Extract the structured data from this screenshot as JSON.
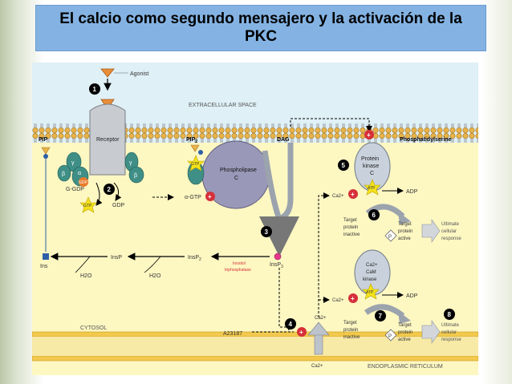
{
  "title": "El calcio como segundo mensajero y la activación de la PKC",
  "diagram": {
    "agonist": "Agonist",
    "extracellular_space": "EXTRACELLULAR SPACE",
    "cytosol": "CYTOSOL",
    "endoplasmic_reticulum": "ENDOPLASMIC RETICULUM",
    "receptor": "Receptor",
    "pip": "PIP",
    "pip2": "PIP",
    "pip2_sub": "2",
    "dag": "DAG",
    "phosphatidylserine": "Phosphatidylserine",
    "phospholipase_line1": "Phospholipase",
    "phospholipase_line2": "C",
    "gdp_ball": "GDP",
    "g_gdp": "G-GDP",
    "gtp_star": "GTP",
    "gdp_label": "GDP",
    "alpha_gtp": "α-GTP",
    "alpha": "α",
    "beta": "β",
    "gamma": "γ",
    "pkc_line1": "Protein",
    "pkc_line2": "kinase",
    "pkc_line3": "C",
    "atp": "ATP",
    "adp": "ADP",
    "ca2": "Ca2+",
    "target_1": "Target",
    "target_2": "protein",
    "target_3": "inactive",
    "target_active_1": "Target",
    "target_active_2": "protein",
    "target_active_3": "active",
    "pi": "P",
    "ultimate_1": "Ultimate",
    "ultimate_2": "cellular",
    "ultimate_3": "response",
    "cam_line1": "Ca2+",
    "cam_line2": "CaM",
    "cam_line3": "kinase",
    "ins": "Ins",
    "insp": "InsP",
    "insp2": "InsP",
    "insp2_sub": "2",
    "insp3": "InsP",
    "insp3_sub": "3",
    "h2o": "H2O",
    "inositol_1": "Inositol",
    "inositol_2": "triphosphatase",
    "a23187": "A23187",
    "steps": [
      "1",
      "2",
      "3",
      "4",
      "5",
      "6",
      "7",
      "8"
    ]
  },
  "colors": {
    "title_bar": "#84b3e3",
    "extracellular": "#dff0f6",
    "cytosol": "#fdf7c2",
    "membrane_head": "#e8b34a",
    "receptor": "#c8ccd0",
    "g_protein": "#3f8f86",
    "phospholipase": "#9a98b8",
    "star": "#f5e21a",
    "pkc": "#c9d2dc",
    "er": "#f2c94c",
    "plus_mark": "#d6303a"
  }
}
